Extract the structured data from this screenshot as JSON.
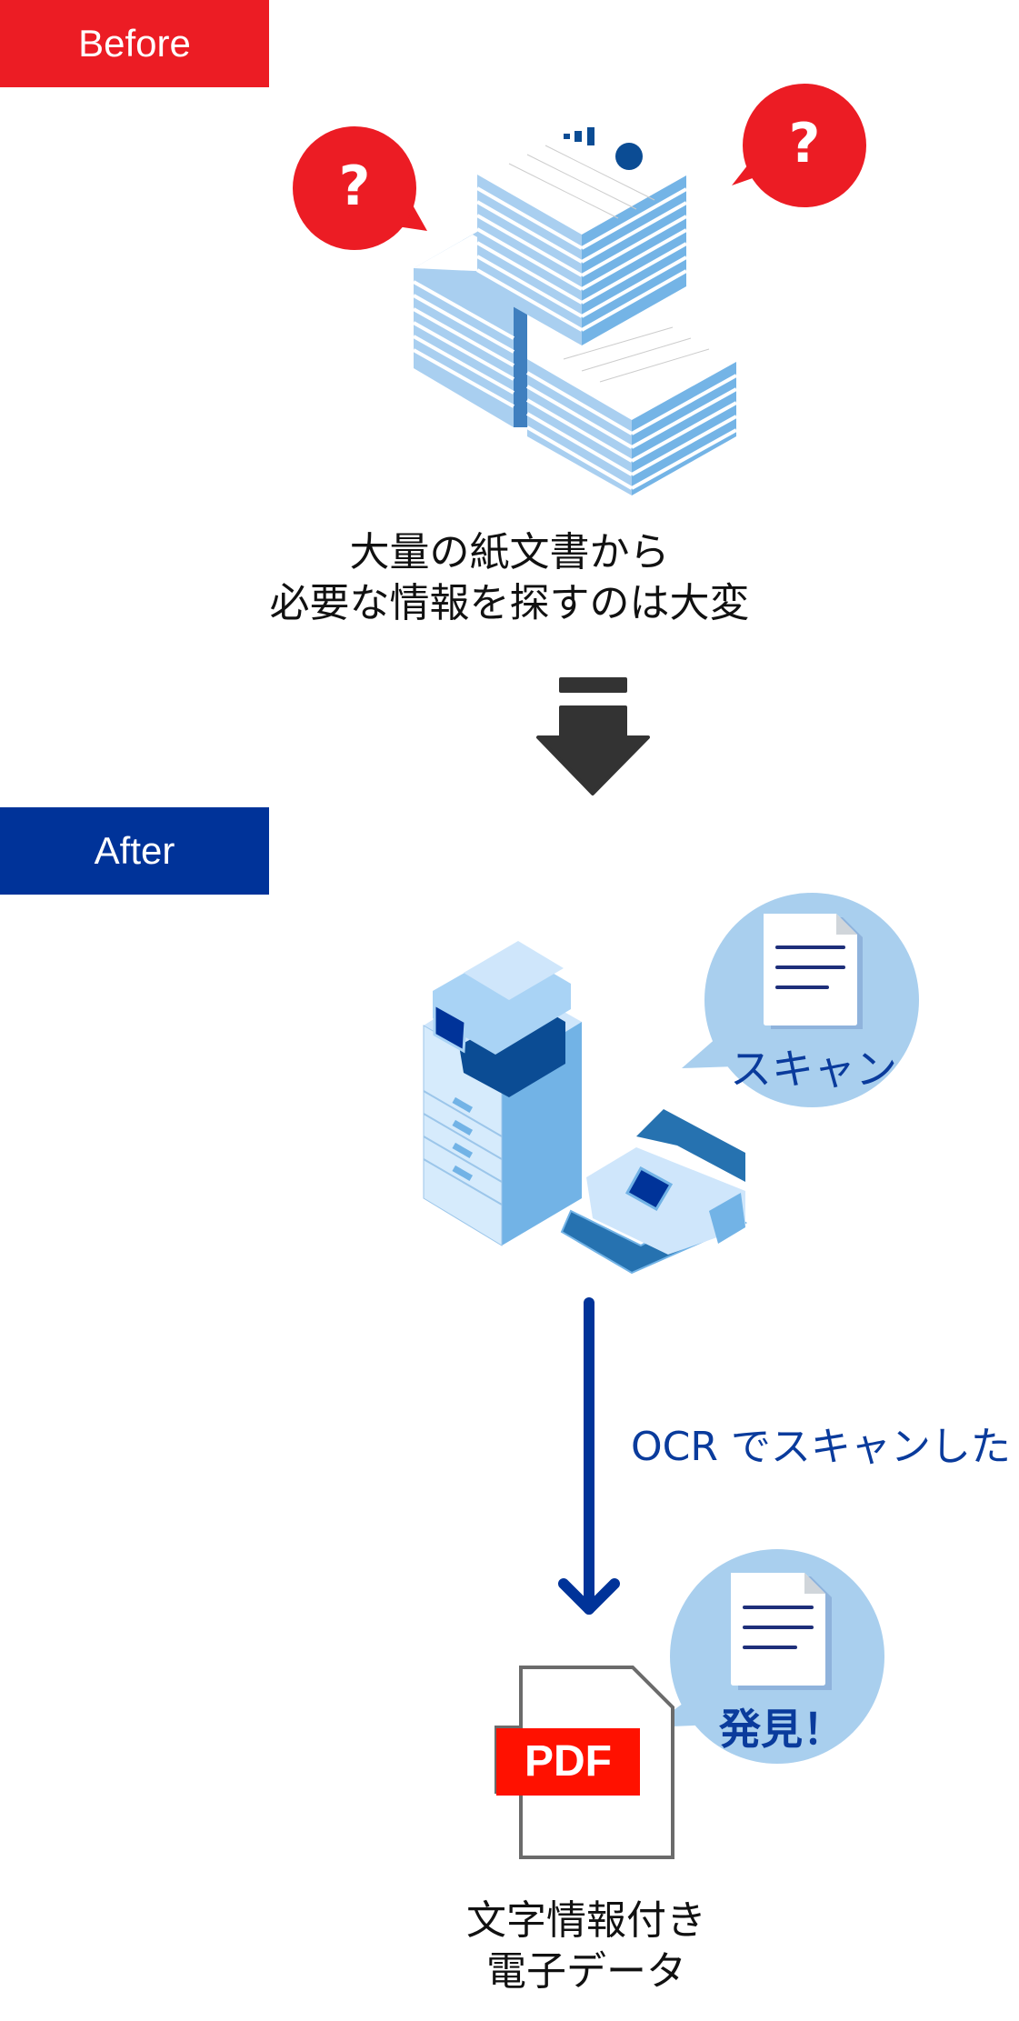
{
  "before": {
    "label": "Before",
    "color": "#ec1c24",
    "question_mark": "?",
    "caption_line1": "大量の紙文書から",
    "caption_line2": "必要な情報を探すのは大変"
  },
  "transition": {
    "arrow_color": "#333333"
  },
  "after": {
    "label": "After",
    "color": "#003399",
    "scan_bubble_text": "スキャン",
    "ocr_label": "OCR でスキャンした",
    "found_bubble_text": "発見！",
    "pdf_badge": "PDF",
    "pdf_badge_color": "#ff1100",
    "caption_line1": "文字情報付き",
    "caption_line2": "電子データ"
  },
  "colors": {
    "bubble_blue": "#a9cfee",
    "text_blue": "#0a3b9c",
    "doc_line": "#1e2f7a"
  }
}
